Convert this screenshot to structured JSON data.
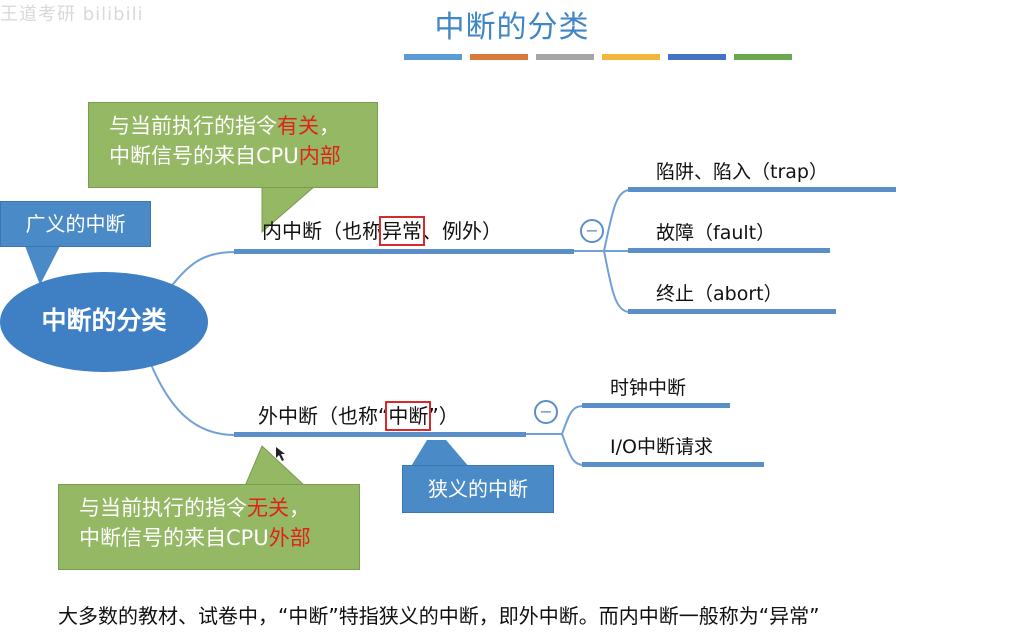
{
  "watermark": "王道考研 bilibili",
  "title": "中断的分类",
  "title_bar_colors": [
    "#5b9bd5",
    "#d9793b",
    "#a5a5a5",
    "#f2b63c",
    "#4472c4",
    "#6aa84f"
  ],
  "root": {
    "label": "中断的分类"
  },
  "callouts": {
    "broad": "广义的中断",
    "narrow": "狭义的中断",
    "internal_note": {
      "pre": "与当前执行的指令",
      "hl": "有关",
      "post": "，",
      "line2_pre": "中断信号的来自CPU",
      "line2_hl": "内部"
    },
    "external_note": {
      "pre": "与当前执行的指令",
      "hl": "无关",
      "post": "，",
      "line2_pre": "中断信号的来自CPU",
      "line2_hl": "外部"
    }
  },
  "branches": {
    "internal": {
      "pre": "内中断（也称",
      "boxed": "异常",
      "post": "、例外）",
      "children": [
        "陷阱、陷入（trap）",
        "故障（fault）",
        "终止（abort）"
      ]
    },
    "external": {
      "pre": "外中断（也称“",
      "boxed": "中断",
      "post": "”）",
      "children": [
        "时钟中断",
        "I/O中断请求"
      ]
    }
  },
  "collapse_symbol": "−",
  "footer": "大多数的教材、试卷中，“中断”特指狭义的中断，即外中断。而内中断一般称为“异常”"
}
